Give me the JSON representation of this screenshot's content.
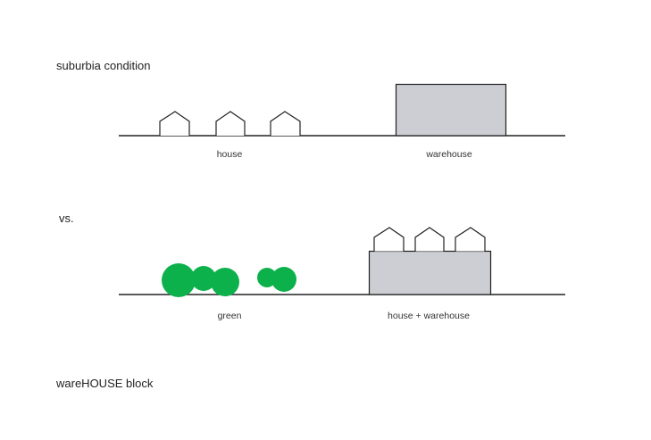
{
  "headings": {
    "suburbia": "suburbia condition",
    "vs": "vs.",
    "block": "wareHOUSE block"
  },
  "labels": {
    "house": "house",
    "warehouse": "warehouse",
    "green": "green",
    "house_warehouse": "house + warehouse"
  },
  "colors": {
    "stroke": "#222222",
    "warehouse_fill": "#ccced3",
    "green": "#0db14b",
    "background": "#ffffff"
  }
}
